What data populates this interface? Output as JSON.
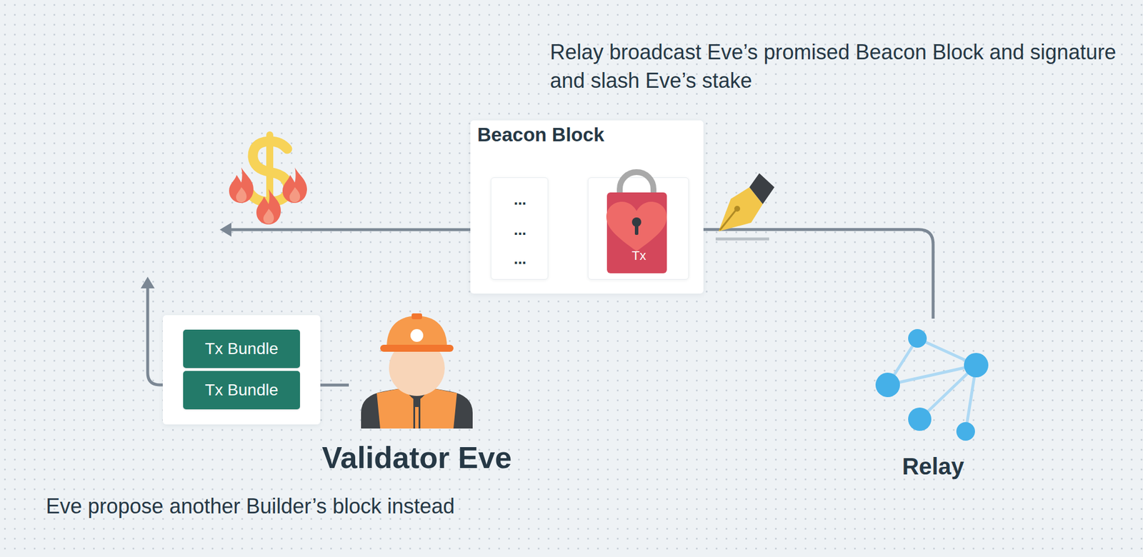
{
  "diagram": {
    "nodes": [
      {
        "text": [
          "Beacon Block"
        ]
      },
      {
        "text": [
          "...",
          "...",
          "..."
        ],
        "in": 0
      },
      {
        "text": [
          "Tx"
        ],
        "in": 0
      },
      {
        "text": []
      },
      {
        "text": [
          "Tx Bundle"
        ],
        "in": 3
      },
      {
        "text": [
          "Tx Bundle"
        ],
        "in": 3
      },
      {
        "text": [
          "Validator Eve"
        ]
      },
      {
        "text": [
          "Relay"
        ]
      }
    ],
    "edges": [
      {
        "from": 7,
        "to": 0,
        "arrow": "none"
      },
      {
        "from": 6,
        "to": 3,
        "arrow": "none"
      }
    ],
    "labels": [
      "Relay broadcast Eve’s promised Beacon Block and signature and slash Eve’s stake",
      "Eve propose another Builder’s block instead"
    ]
  }
}
